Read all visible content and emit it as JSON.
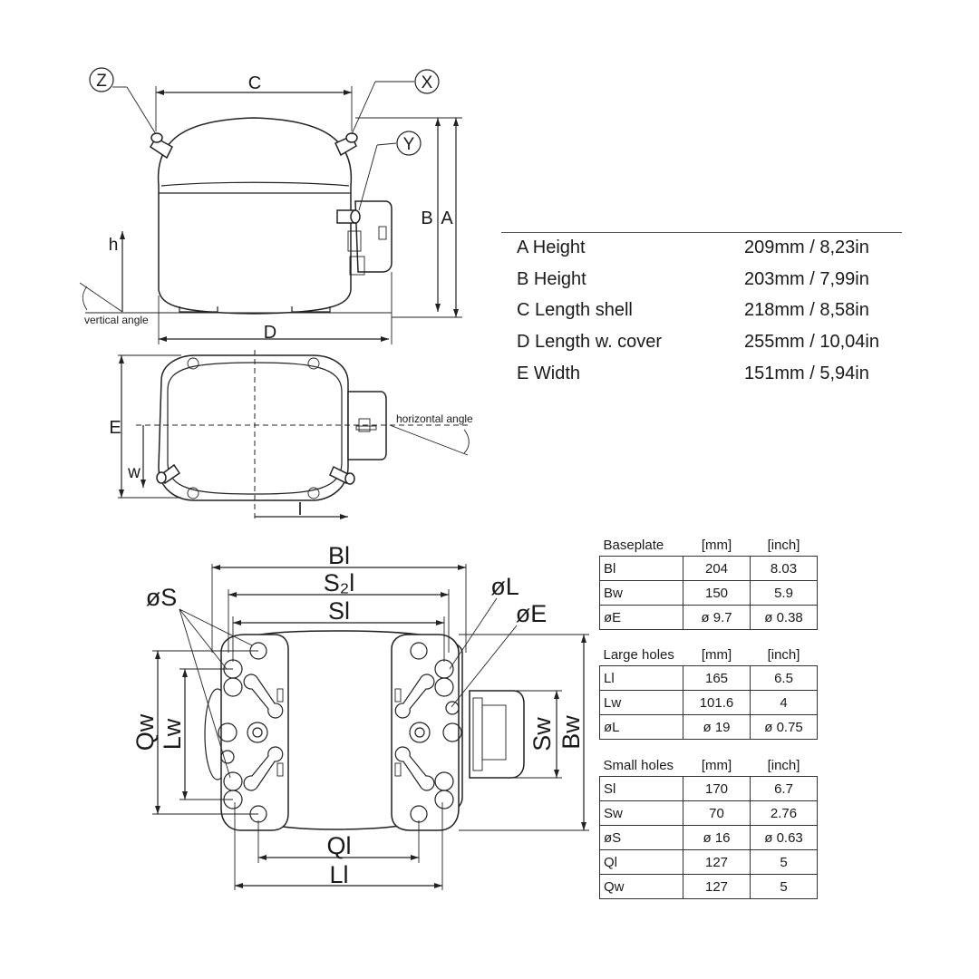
{
  "labels": {
    "z": "Z",
    "x": "X",
    "y": "Y",
    "c": "C",
    "b": "B",
    "a": "A",
    "h": "h",
    "d": "D",
    "vertical_angle": "vertical angle",
    "horizontal_angle": "horizontal angle",
    "e": "E",
    "w": "w",
    "l": "l",
    "bl": "Bl",
    "s2l": "S₂l",
    "sl": "Sl",
    "os": "øS",
    "ol": "øL",
    "oe": "øE",
    "qw": "Qw",
    "lw": "Lw",
    "sw": "Sw",
    "bw": "Bw",
    "ql": "Ql",
    "ll": "Ll"
  },
  "dimensions": [
    {
      "label": "A Height",
      "value": "209mm / 8,23in"
    },
    {
      "label": "B Height",
      "value": "203mm / 7,99in"
    },
    {
      "label": "C Length shell",
      "value": "218mm / 8,58in"
    },
    {
      "label": "D Length w. cover",
      "value": "255mm / 10,04in"
    },
    {
      "label": "E Width",
      "value": "151mm / 5,94in"
    }
  ],
  "tables": [
    {
      "title": "Baseplate",
      "unit_mm": "[mm]",
      "unit_in": "[inch]",
      "rows": [
        [
          "Bl",
          "204",
          "8.03"
        ],
        [
          "Bw",
          "150",
          "5.9"
        ],
        [
          "øE",
          "ø 9.7",
          "ø 0.38"
        ]
      ]
    },
    {
      "title": "Large holes",
      "unit_mm": "[mm]",
      "unit_in": "[inch]",
      "rows": [
        [
          "Ll",
          "165",
          "6.5"
        ],
        [
          "Lw",
          "101.6",
          "4"
        ],
        [
          "øL",
          "ø 19",
          "ø 0.75"
        ]
      ]
    },
    {
      "title": "Small holes",
      "unit_mm": "[mm]",
      "unit_in": "[inch]",
      "rows": [
        [
          "Sl",
          "170",
          "6.7"
        ],
        [
          "Sw",
          "70",
          "2.76"
        ],
        [
          "øS",
          "ø 16",
          "ø 0.63"
        ],
        [
          "Ql",
          "127",
          "5"
        ],
        [
          "Qw",
          "127",
          "5"
        ]
      ]
    }
  ]
}
